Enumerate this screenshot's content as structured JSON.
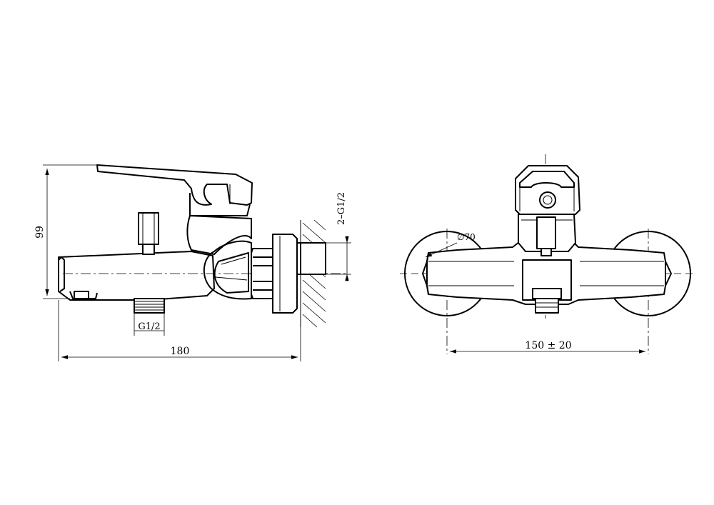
{
  "side_view": {
    "height_dim": "99",
    "length_dim": "180",
    "inlet_thread": "2–G1/2",
    "outlet_thread": "G1/2"
  },
  "front_view": {
    "flange_diameter": "∅70",
    "center_distance": "150 ± 20"
  },
  "colors": {
    "line": "#000000",
    "background": "#ffffff"
  }
}
